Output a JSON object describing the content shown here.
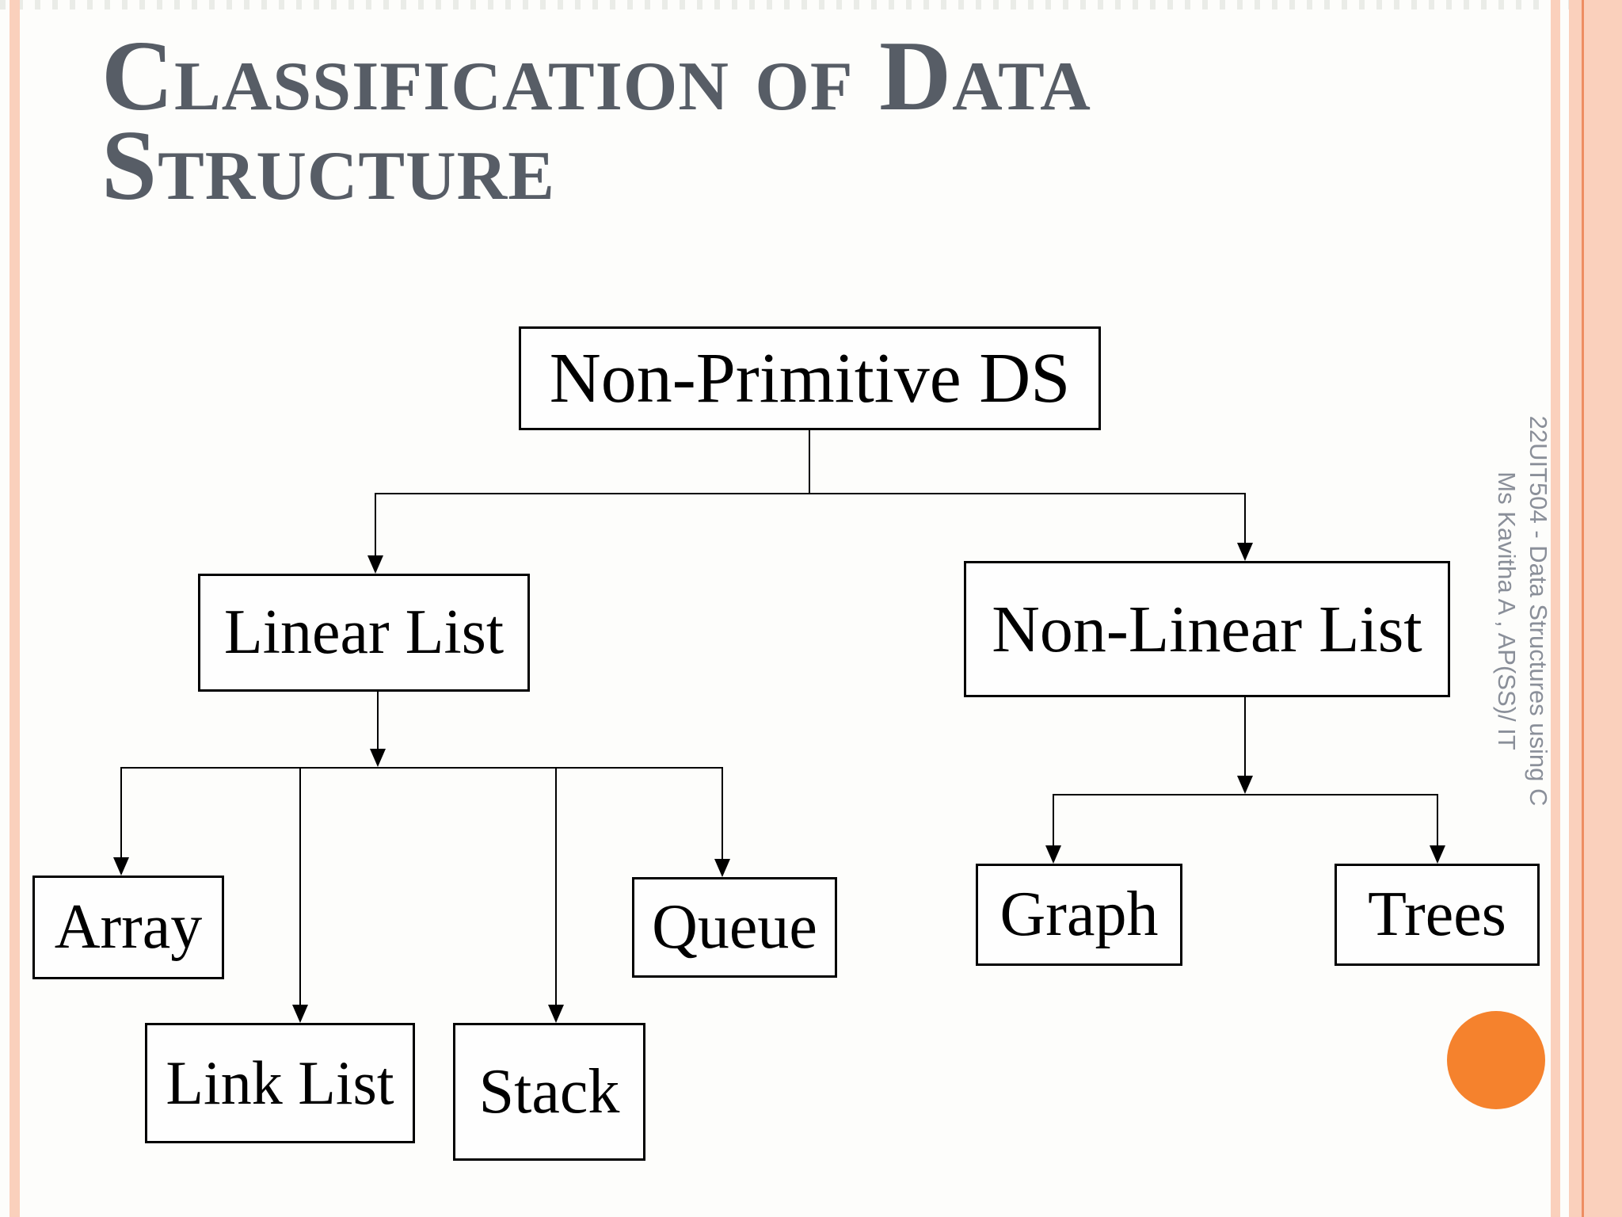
{
  "slide": {
    "title": {
      "line1": "Classification of Data",
      "line2": "Structure"
    },
    "side_note": {
      "line1": "22UIT504 - Data Structures using C",
      "line2": "Ms Kavitha A , AP(SS)/ IT"
    }
  },
  "diagram": {
    "nodes": [
      {
        "id": "non-primitive-ds",
        "label": "Non-Primitive DS"
      },
      {
        "id": "linear-list",
        "label": "Linear List"
      },
      {
        "id": "non-linear-list",
        "label": "Non-Linear List"
      },
      {
        "id": "array",
        "label": "Array"
      },
      {
        "id": "link-list",
        "label": "Link List"
      },
      {
        "id": "stack",
        "label": "Stack"
      },
      {
        "id": "queue",
        "label": "Queue"
      },
      {
        "id": "graph",
        "label": "Graph"
      },
      {
        "id": "trees",
        "label": "Trees"
      }
    ],
    "edges": [
      "Non-Primitive DS -> Linear List",
      "Non-Primitive DS -> Non-Linear List",
      "Linear List -> Array",
      "Linear List -> Link List",
      "Linear List -> Stack",
      "Linear List -> Queue",
      "Non-Linear List -> Graph",
      "Non-Linear List -> Trees"
    ]
  },
  "colors": {
    "title_text": "#575d66",
    "side_note_text": "#8a8f99",
    "frame_stripe": "#fad0bc",
    "frame_accent_line": "#ee8d62",
    "circle_fill": "#f5822d",
    "box_border": "#000000",
    "box_text": "#000000"
  }
}
